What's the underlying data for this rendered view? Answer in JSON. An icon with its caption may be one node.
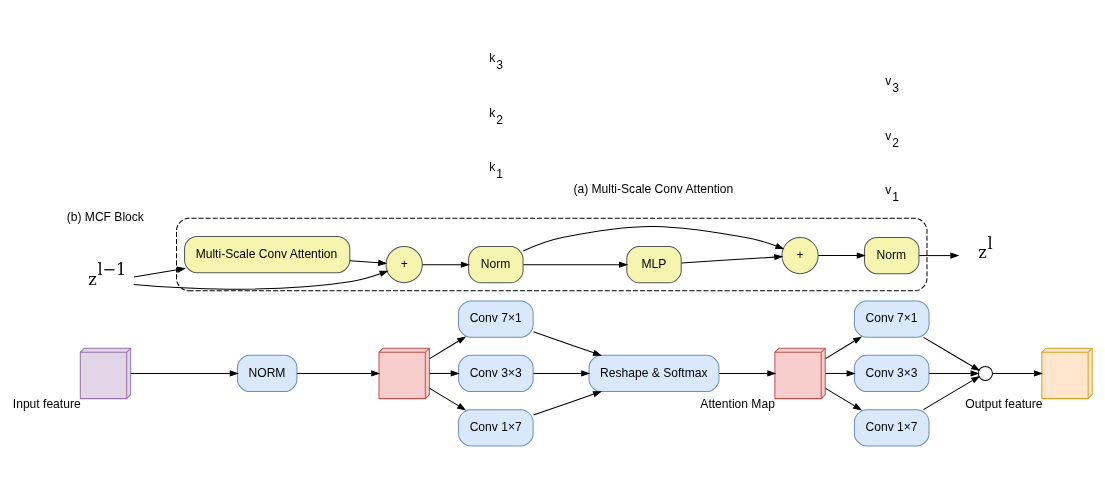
{
  "diagram": {
    "nodes": [
      {
        "text": [],
        "shape": "cube",
        "beside": [
          "Input feature"
        ]
      },
      {
        "text": [
          "NORM"
        ]
      },
      {
        "text": [],
        "shape": "cube"
      },
      {
        "text": [
          "Conv 7×1"
        ]
      },
      {
        "text": [
          "Conv 3×3"
        ]
      },
      {
        "text": [
          "Conv 1×7"
        ]
      },
      {
        "text": [
          "Reshape & Softmax"
        ]
      },
      {
        "text": [],
        "shape": "picture",
        "beside": [
          "Attention Map"
        ]
      },
      {
        "text": [
          "Conv 7×1"
        ]
      },
      {
        "text": [
          "Conv 3×3"
        ]
      },
      {
        "text": [
          "Conv 1×7"
        ]
      },
      {
        "text": [],
        "shape": "circle"
      },
      {
        "text": [],
        "shape": "cube",
        "beside": [
          "Output feature"
        ]
      },
      {
        "text": [],
        "shape": "box"
      },
      {
        "text": [
          "Multi-Scale Conv Attention"
        ],
        "in": 13
      },
      {
        "text": [
          "+"
        ],
        "in": 13
      },
      {
        "text": [
          "Norm"
        ],
        "in": 13
      },
      {
        "text": [
          "MLP"
        ],
        "in": 13
      },
      {
        "text": [
          "+"
        ],
        "in": 13
      },
      {
        "text": [
          "Norm"
        ],
        "in": 13
      },
      {
        "text": [
          "z$^{l−1}$"
        ]
      },
      {
        "text": [
          "z$^{l}$"
        ]
      }
    ],
    "edges": [
      {
        "from": 0,
        "to": 1,
        "arrow": "to"
      },
      {
        "from": 1,
        "to": 2,
        "arrow": "to"
      },
      {
        "from": 2,
        "to": 3,
        "arrow": "to"
      },
      {
        "from": 2,
        "to": 4,
        "arrow": "to"
      },
      {
        "from": 2,
        "to": 5,
        "arrow": "to"
      },
      {
        "from": 3,
        "to": 6,
        "arrow": "to"
      },
      {
        "from": 4,
        "to": 6,
        "arrow": "to"
      },
      {
        "from": 5,
        "to": 6,
        "arrow": "to"
      },
      {
        "from": 6,
        "to": 7,
        "arrow": "to"
      },
      {
        "from": 7,
        "to": 8,
        "arrow": "to"
      },
      {
        "from": 7,
        "to": 9,
        "arrow": "to"
      },
      {
        "from": 7,
        "to": 10,
        "arrow": "to"
      },
      {
        "from": 8,
        "to": 11,
        "arrow": "to"
      },
      {
        "from": 9,
        "to": 11,
        "arrow": "to"
      },
      {
        "from": 10,
        "to": 11,
        "arrow": "to"
      },
      {
        "from": 11,
        "to": 12,
        "arrow": "to"
      },
      {
        "from": 20,
        "to": 14,
        "arrow": "to"
      },
      {
        "from": 20,
        "to": 15,
        "arrow": "to"
      },
      {
        "from": 14,
        "to": 15,
        "arrow": "to"
      },
      {
        "from": 15,
        "to": 16,
        "arrow": "to"
      },
      {
        "from": 16,
        "to": 17,
        "arrow": "to"
      },
      {
        "from": 16,
        "to": 18,
        "arrow": "to"
      },
      {
        "from": 17,
        "to": 18,
        "arrow": "to"
      },
      {
        "from": 18,
        "to": 19,
        "arrow": "to"
      },
      {
        "from": 19,
        "to": 21,
        "arrow": "to"
      }
    ],
    "labels": [
      "k$_{1}$",
      "v$_{1}$",
      "k$_{2}$",
      "v$_{2}$",
      "k$_{3}$",
      "v$_{3}$",
      "(a) Multi-Scale Conv Attention",
      "(b) MCF Block"
    ]
  }
}
